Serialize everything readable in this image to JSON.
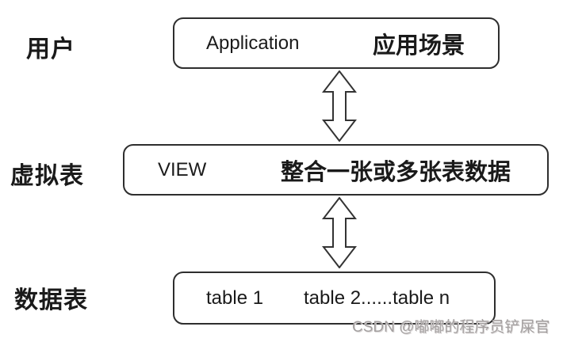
{
  "diagram": {
    "rows": [
      {
        "label": "用户",
        "box": {
          "left_text": "Application",
          "right_text": "应用场景"
        }
      },
      {
        "label": "虚拟表",
        "box": {
          "left_text": "VIEW",
          "right_text": "整合一张或多张表数据"
        }
      },
      {
        "label": "数据表",
        "box": {
          "left_text": "table 1",
          "right_text": "table 2......table n"
        }
      }
    ],
    "arrows": [
      {
        "name": "double-arrow-top",
        "direction": "vertical-bidirectional"
      },
      {
        "name": "double-arrow-bottom",
        "direction": "vertical-bidirectional"
      }
    ]
  },
  "watermark": "CSDN @嘟嘟的程序员铲屎官",
  "colors": {
    "background": "#ffffff",
    "border": "#2e2e2e",
    "text": "#1a1a1a",
    "watermark": "#a4a0a0"
  }
}
